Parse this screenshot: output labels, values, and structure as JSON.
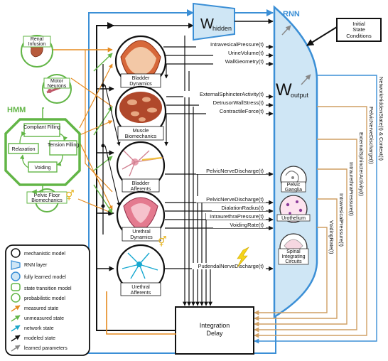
{
  "rnn": {
    "title": "RNN",
    "w_output": "W",
    "w_output_sub": "output"
  },
  "w_hidden": {
    "main": "W",
    "sub": "hidden"
  },
  "initial_state": "Initial State Conditions",
  "initial_state_lines": [
    "Initial",
    "State",
    "Conditions"
  ],
  "hmm": {
    "title": "HMM",
    "states": [
      "Compliant Filling",
      "Tension Filling",
      "Relaxation",
      "Voiding"
    ]
  },
  "left_models": {
    "renal": [
      "Renal",
      "Infusion"
    ],
    "motor": [
      "Motor",
      "Neurons"
    ],
    "pelvic_floor": [
      "Pelvic Floor",
      "Biomechanics"
    ]
  },
  "center_models": [
    [
      "Bladder",
      "Dynamics"
    ],
    [
      "Muscle",
      "Biomechanics"
    ],
    [
      "Bladder",
      "Afferents"
    ],
    [
      "Urethral",
      "Dynamics"
    ],
    [
      "Urethral",
      "Afferents"
    ]
  ],
  "signals": [
    "IntravesicalPressure(t)",
    "UrineVolume(t)",
    "WallGeometry(t)",
    "ExternalSphincterActivity(t)",
    "DetrusorWallStress(t)",
    "ContractileForce(t)",
    "PelvicNerveDischarge(t)",
    "PelvicNerveDischarge(t)",
    "DialationRadius(t)",
    "IntraurethraPressure(t)",
    "VoidingRate(t)",
    "PudendalNerveDischarge(t)"
  ],
  "rnn_modules": [
    [
      "Pelvic",
      "Ganglia"
    ],
    [
      "Urothelium"
    ],
    [
      "Spinal",
      "Integrating",
      "Circuits"
    ]
  ],
  "integration_delay": [
    "Integration",
    "Delay"
  ],
  "outputs_vertical": [
    "NetworkHiddenState(t) & Context(t)",
    "PelvicNerveDischarge(t)",
    "ExternalSphincterActivity(t)",
    "IntraurethraPressure(t)",
    "IntravesicalPressure(t)",
    "VoidingRate(t)"
  ],
  "legend": [
    "mechanistic model",
    "RNN layer",
    "fully learned model",
    "state transition model",
    "probabilistic model",
    "measured state",
    "unmeasured state",
    "network state",
    "modeled state",
    "learned parameters"
  ],
  "colors": {
    "blue": "#3b8fd6",
    "orange": "#e58a1f",
    "tan": "#cf9f63",
    "green": "#62b546",
    "rnn_fill": "#cfe6f5"
  }
}
